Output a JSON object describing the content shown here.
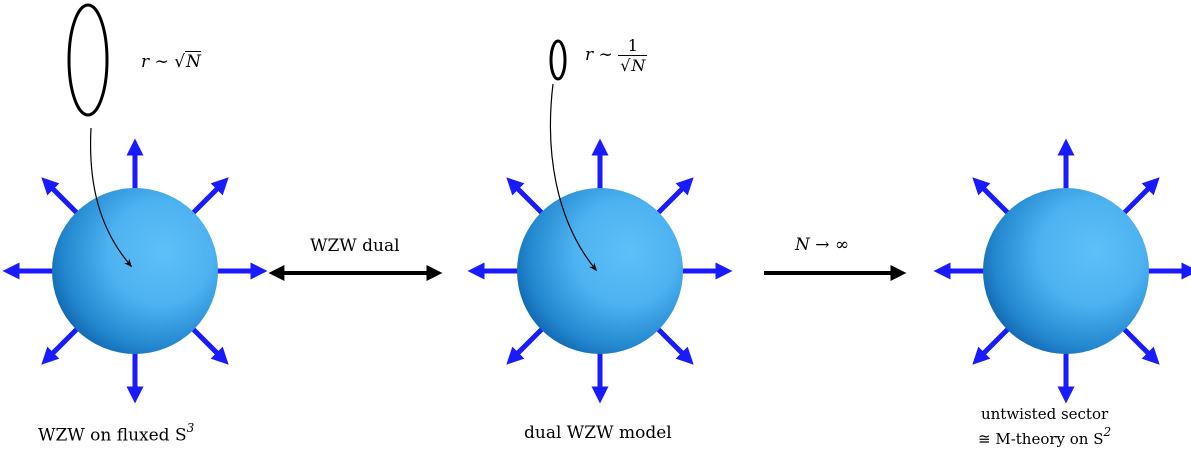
{
  "spheres": [
    {
      "name": "sphere-left",
      "caption_lines": [
        "WZW on fluxed S"
      ],
      "caption_sup": "3"
    },
    {
      "name": "sphere-middle",
      "caption_lines": [
        "dual WZW model"
      ],
      "caption_sup": ""
    },
    {
      "name": "sphere-right",
      "caption_lines": [
        "untwisted sector",
        "≅ M-theory on S"
      ],
      "caption_sup": "2"
    }
  ],
  "loops": {
    "large": {
      "r_label": "r",
      "relation": "∼",
      "radicand": "N",
      "sqrt_symbol": "√"
    },
    "small": {
      "r_label": "r",
      "relation": "∼",
      "numerator": "1",
      "radicand": "N",
      "sqrt_symbol": "√"
    }
  },
  "arrows": {
    "duality": {
      "label": "WZW dual"
    },
    "limit": {
      "label_var": "N",
      "label_arrow": "→",
      "label_inf": "∞"
    }
  },
  "colors": {
    "sphere_light": "#5ec0f8",
    "sphere_dark": "#0a5fa8",
    "flux_arrow": "#1a1aff",
    "ink": "#000000"
  }
}
